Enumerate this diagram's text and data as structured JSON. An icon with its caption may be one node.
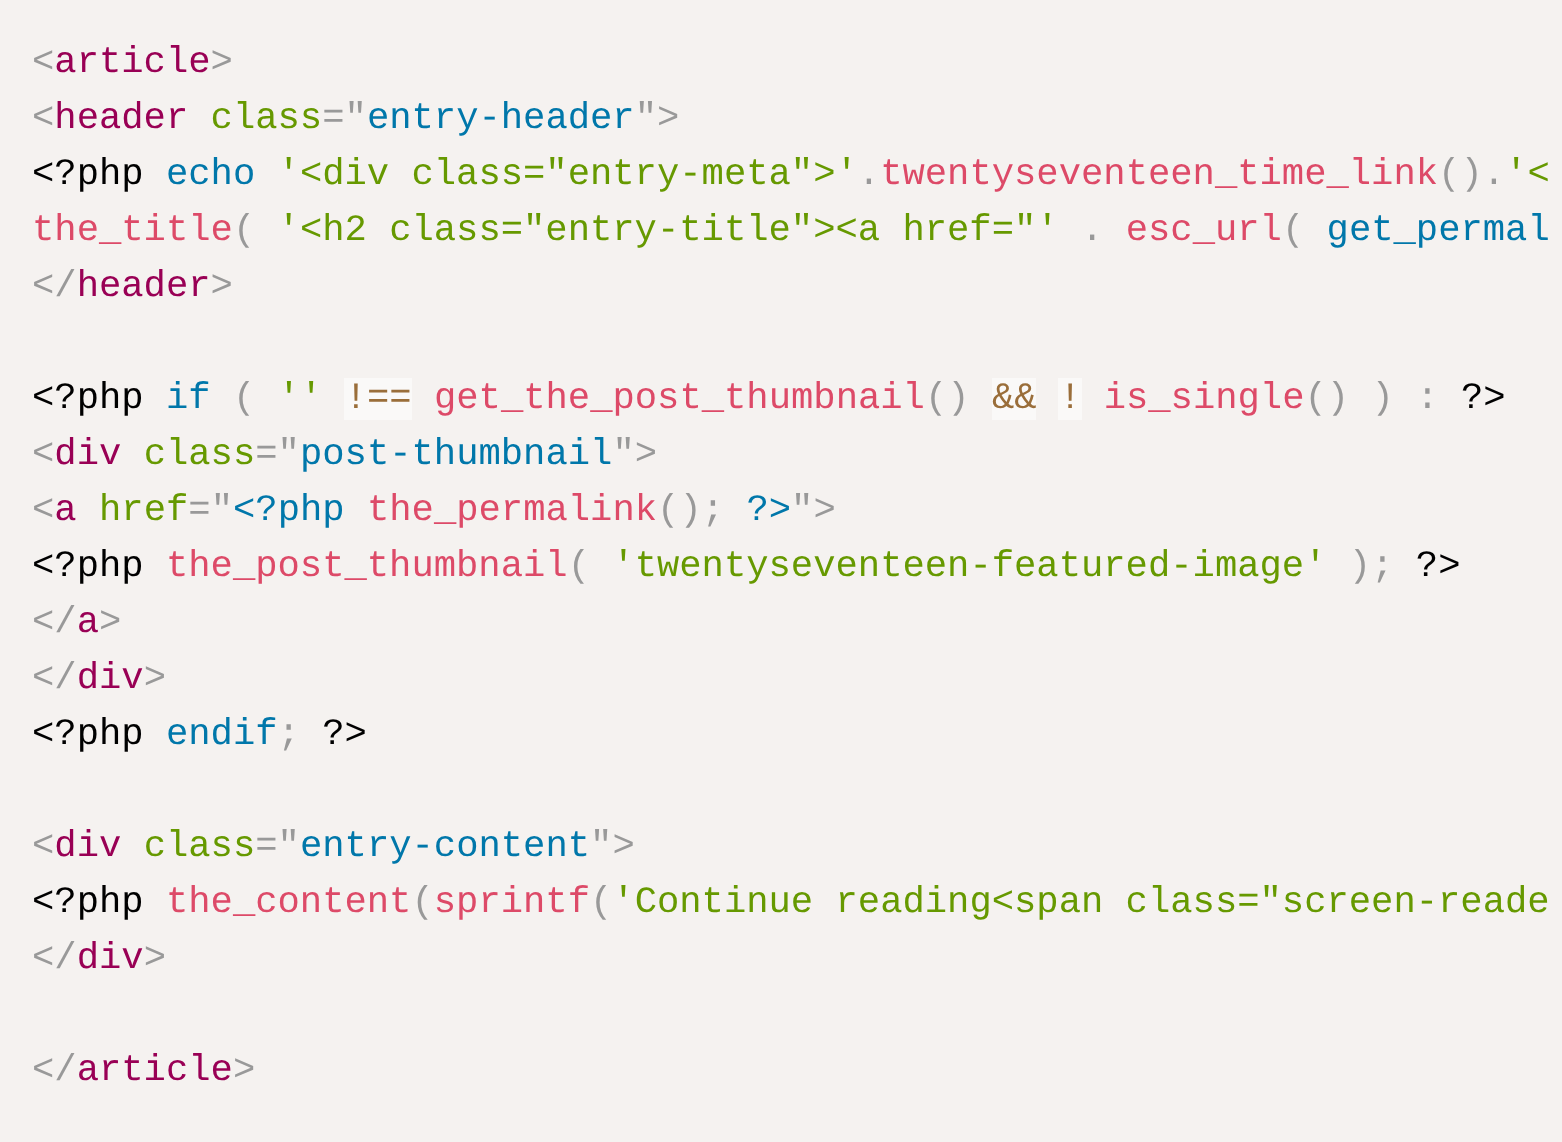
{
  "diagram": {
    "labels": [
      "<article>",
      "<header class=\"entry-header\">",
      "<?php echo '<div class=\"entry-meta\">'.twentyseventeen_time_link().'<",
      "the_title( '<h2 class=\"entry-title\"><a href=\"' . esc_url( get_permal",
      "</header>",
      "<?php if ( '' !== get_the_post_thumbnail() && ! is_single() ) : ?>",
      "<div class=\"post-thumbnail\">",
      "<a href=\"<?php the_permalink(); ?>\">",
      "<?php the_post_thumbnail( 'twentyseventeen-featured-image' ); ?>",
      "</a>",
      "</div>",
      "<?php endif; ?>",
      "<div class=\"entry-content\">",
      "<?php the_content(sprintf('Continue reading<span class=\"screen-reade",
      "</div>",
      "</article>"
    ]
  }
}
